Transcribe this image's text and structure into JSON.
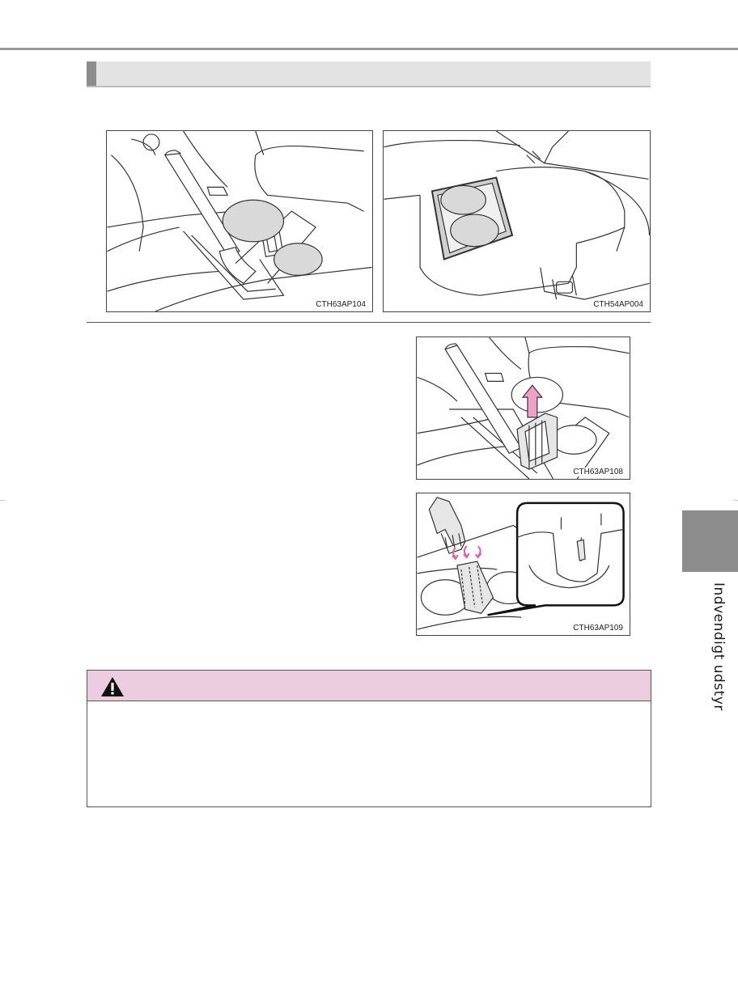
{
  "section": {
    "title": ""
  },
  "side_tab": {
    "label": "Indvendigt udstyr"
  },
  "figures": {
    "front_cupholders": {
      "code": "CTH63AP104"
    },
    "rear_cupholders": {
      "code": "CTH54AP004"
    },
    "remove_divider": {
      "code": "CTH63AP108"
    },
    "install_divider": {
      "code": "CTH63AP109"
    }
  },
  "warning": {
    "icon": "warning-triangle-icon",
    "header_color": "#ecccdf"
  },
  "colors": {
    "tab": "#8c8c8c",
    "highlight_pink": "#f0a0c8",
    "section_bar": "#e3e3e3"
  }
}
